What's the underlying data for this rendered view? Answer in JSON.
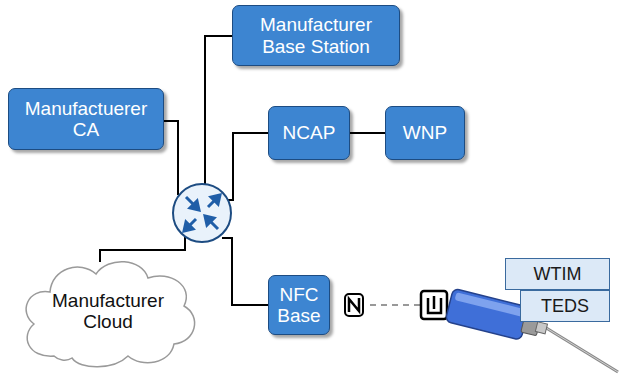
{
  "diagram": {
    "nodes": [
      {
        "text": [
          "Manufacturer Base Station"
        ]
      },
      {
        "text": [
          "Manufactuerer CA"
        ]
      },
      {
        "text": [
          "NCAP"
        ]
      },
      {
        "text": [
          "WNP"
        ]
      },
      {
        "text": [
          "Manufacturer Cloud"
        ]
      },
      {
        "text": [
          "NFC Base"
        ]
      },
      {
        "text": [
          "WTIM"
        ]
      },
      {
        "text": [
          "TEDS"
        ]
      }
    ],
    "edges": [
      {
        "from": 2,
        "to": 3,
        "arrow": "none"
      }
    ]
  }
}
